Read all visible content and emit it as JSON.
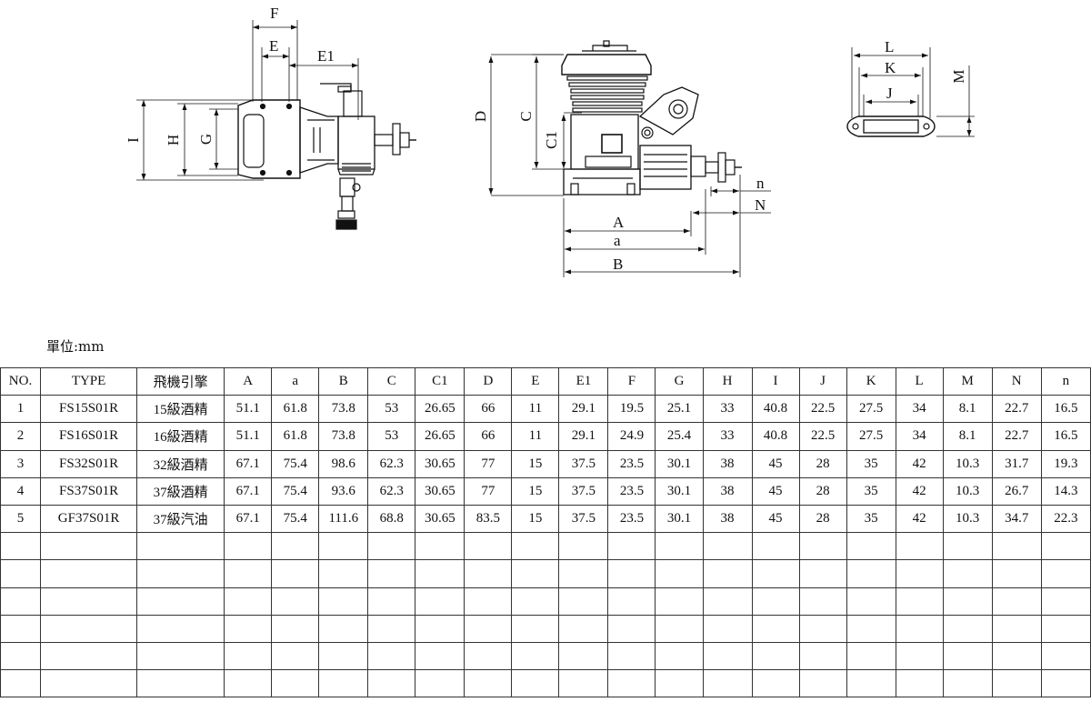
{
  "drawing": {
    "labels": {
      "F": "F",
      "E": "E",
      "E1": "E1",
      "I": "I",
      "H": "H",
      "G": "G",
      "D": "D",
      "C": "C",
      "C1": "C1",
      "A": "A",
      "a": "a",
      "B": "B",
      "n": "n",
      "N": "N",
      "L": "L",
      "K": "K",
      "J": "J",
      "M": "M"
    }
  },
  "unit_label": "單位:mm",
  "table": {
    "headers": [
      "NO.",
      "TYPE",
      "飛機引擎",
      "A",
      "a",
      "B",
      "C",
      "C1",
      "D",
      "E",
      "E1",
      "F",
      "G",
      "H",
      "I",
      "J",
      "K",
      "L",
      "M",
      "N",
      "n"
    ],
    "rows": [
      [
        "1",
        "FS15S01R",
        "15級酒精",
        "51.1",
        "61.8",
        "73.8",
        "53",
        "26.65",
        "66",
        "11",
        "29.1",
        "19.5",
        "25.1",
        "33",
        "40.8",
        "22.5",
        "27.5",
        "34",
        "8.1",
        "22.7",
        "16.5"
      ],
      [
        "2",
        "FS16S01R",
        "16級酒精",
        "51.1",
        "61.8",
        "73.8",
        "53",
        "26.65",
        "66",
        "11",
        "29.1",
        "24.9",
        "25.4",
        "33",
        "40.8",
        "22.5",
        "27.5",
        "34",
        "8.1",
        "22.7",
        "16.5"
      ],
      [
        "3",
        "FS32S01R",
        "32級酒精",
        "67.1",
        "75.4",
        "98.6",
        "62.3",
        "30.65",
        "77",
        "15",
        "37.5",
        "23.5",
        "30.1",
        "38",
        "45",
        "28",
        "35",
        "42",
        "10.3",
        "31.7",
        "19.3"
      ],
      [
        "4",
        "FS37S01R",
        "37級酒精",
        "67.1",
        "75.4",
        "93.6",
        "62.3",
        "30.65",
        "77",
        "15",
        "37.5",
        "23.5",
        "30.1",
        "38",
        "45",
        "28",
        "35",
        "42",
        "10.3",
        "26.7",
        "14.3"
      ],
      [
        "5",
        "GF37S01R",
        "37級汽油",
        "67.1",
        "75.4",
        "111.6",
        "68.8",
        "30.65",
        "83.5",
        "15",
        "37.5",
        "23.5",
        "30.1",
        "38",
        "45",
        "28",
        "35",
        "42",
        "10.3",
        "34.7",
        "22.3"
      ],
      [
        "",
        "",
        "",
        "",
        "",
        "",
        "",
        "",
        "",
        "",
        "",
        "",
        "",
        "",
        "",
        "",
        "",
        "",
        "",
        "",
        ""
      ],
      [
        "",
        "",
        "",
        "",
        "",
        "",
        "",
        "",
        "",
        "",
        "",
        "",
        "",
        "",
        "",
        "",
        "",
        "",
        "",
        "",
        ""
      ],
      [
        "",
        "",
        "",
        "",
        "",
        "",
        "",
        "",
        "",
        "",
        "",
        "",
        "",
        "",
        "",
        "",
        "",
        "",
        "",
        "",
        ""
      ],
      [
        "",
        "",
        "",
        "",
        "",
        "",
        "",
        "",
        "",
        "",
        "",
        "",
        "",
        "",
        "",
        "",
        "",
        "",
        "",
        "",
        ""
      ],
      [
        "",
        "",
        "",
        "",
        "",
        "",
        "",
        "",
        "",
        "",
        "",
        "",
        "",
        "",
        "",
        "",
        "",
        "",
        "",
        "",
        ""
      ],
      [
        "",
        "",
        "",
        "",
        "",
        "",
        "",
        "",
        "",
        "",
        "",
        "",
        "",
        "",
        "",
        "",
        "",
        "",
        "",
        "",
        ""
      ]
    ]
  }
}
